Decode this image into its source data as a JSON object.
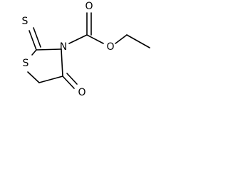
{
  "molecule": {
    "atoms": {
      "s_ring": "S",
      "s_thione": "S",
      "n_ring": "N",
      "o_carbonyl_ester": "O",
      "o_ester": "O",
      "o_ketone": "O"
    }
  },
  "colors": {
    "bond": "#000000",
    "label": "#000000",
    "background": "#ffffff"
  }
}
